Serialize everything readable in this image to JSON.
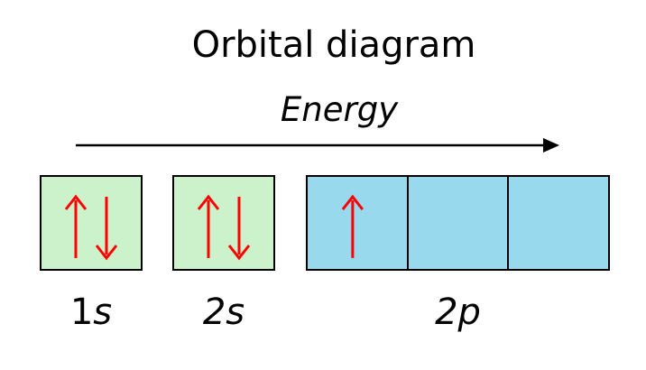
{
  "title": "Orbital diagram",
  "axis": {
    "label": "Energy"
  },
  "colors": {
    "s_fill": "#ccf2cc",
    "p_fill": "#99d9ee",
    "electron": "#ff0000",
    "border": "#000000"
  },
  "subshells": [
    {
      "number": "1",
      "letter": "s",
      "orbitals": [
        {
          "electrons": [
            "up",
            "down"
          ]
        }
      ]
    },
    {
      "number": "2",
      "letter": "s",
      "orbitals": [
        {
          "electrons": [
            "up",
            "down"
          ]
        }
      ]
    },
    {
      "number": "2",
      "letter": "p",
      "orbitals": [
        {
          "electrons": [
            "up"
          ]
        },
        {
          "electrons": []
        },
        {
          "electrons": []
        }
      ]
    }
  ]
}
